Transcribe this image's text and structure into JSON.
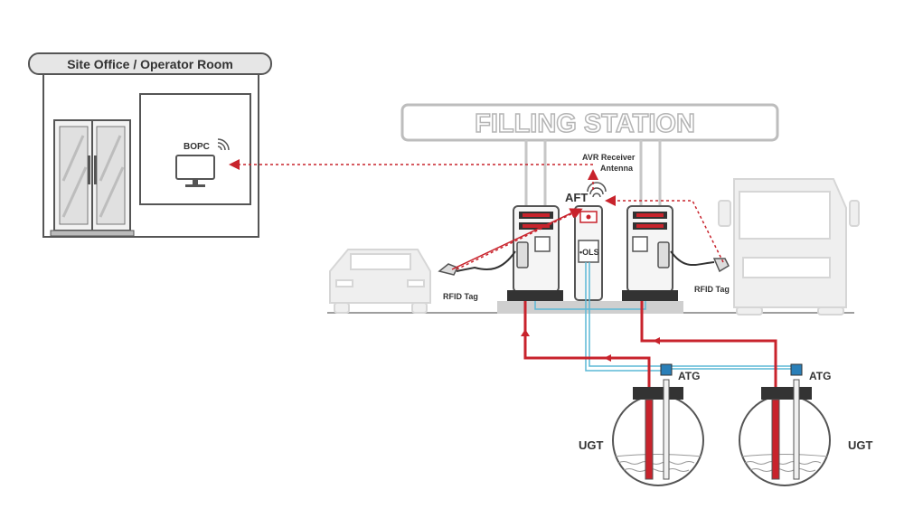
{
  "office": {
    "title": "Site Office / Operator Room",
    "computer_label": "BOPC"
  },
  "station": {
    "title": "FILLING STATION"
  },
  "labels": {
    "avr_line1": "AVR Receiver",
    "avr_line2": "Antenna",
    "aft": "AFT",
    "ols": "•OLS",
    "rfid_left": "RFID Tag",
    "rfid_right": "RFID Tag",
    "atg_left": "ATG",
    "atg_right": "ATG",
    "ugt_left": "UGT",
    "ugt_right": "UGT"
  },
  "colors": {
    "fuel_line": "#c8232c",
    "data_line": "#5bb8d6",
    "wireless": "#c8232c",
    "outline": "#555555",
    "light_gray": "#d9d9d9"
  }
}
